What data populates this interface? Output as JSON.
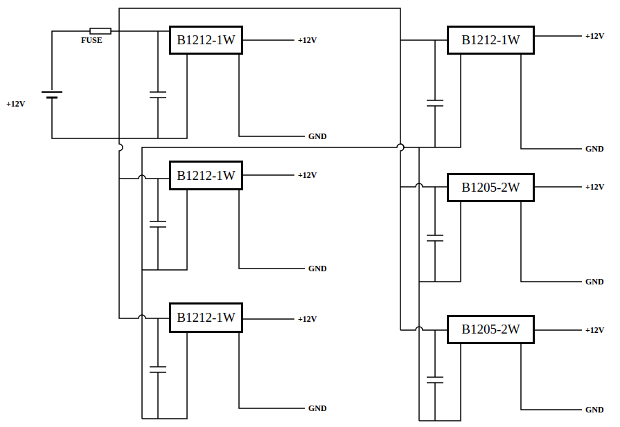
{
  "diagram": {
    "nodes": [
      {
        "text": [
          "B1212-1W"
        ]
      },
      {
        "text": [
          "B1212-1W"
        ]
      },
      {
        "text": [
          "B1212-1W"
        ]
      },
      {
        "text": [
          "B1212-1W"
        ]
      },
      {
        "text": [
          "B1205-2W"
        ]
      },
      {
        "text": [
          "B1205-2W"
        ]
      }
    ],
    "labels": [
      "FUSE",
      "+12V",
      "+12V",
      "GND",
      "+12V",
      "GND",
      "+12V",
      "GND",
      "+12V",
      "GND",
      "+12V",
      "GND",
      "+12V",
      "GND"
    ]
  }
}
